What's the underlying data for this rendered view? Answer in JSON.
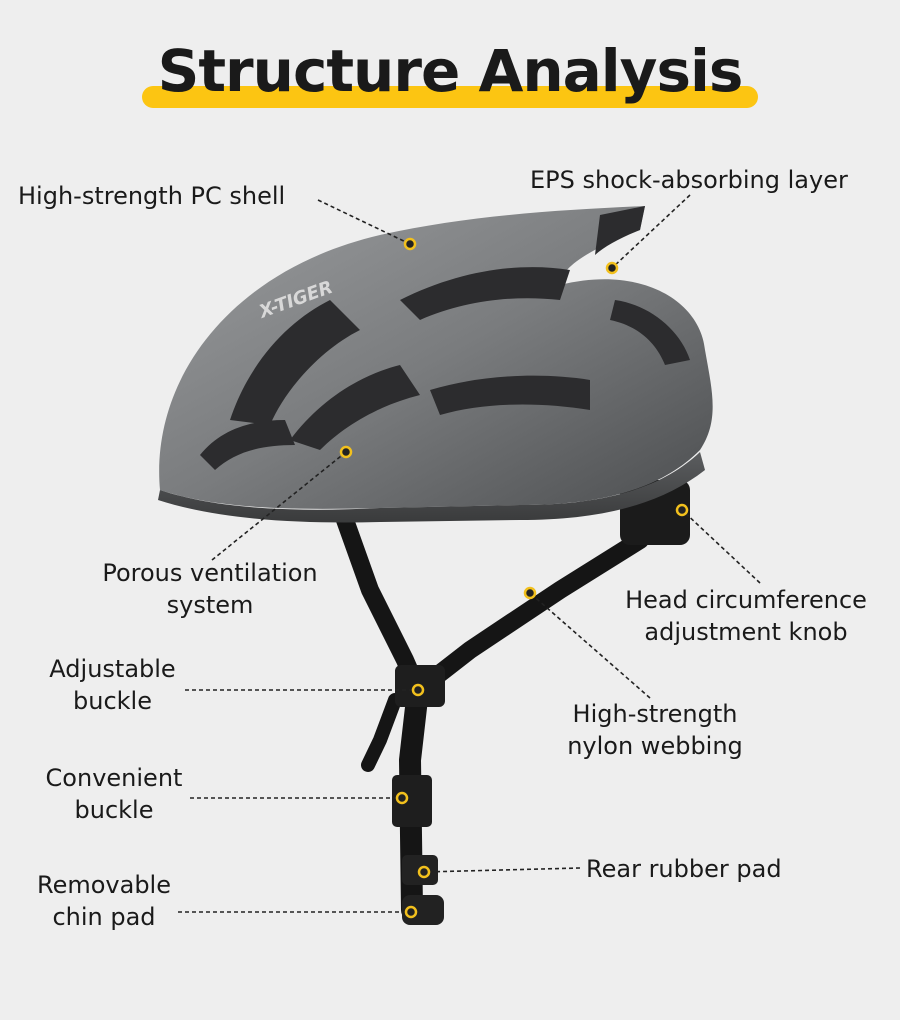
{
  "title": "Structure Analysis",
  "colors": {
    "accent": "#fcc512",
    "shell": "#7c7e80",
    "shell_dark": "#4e5052",
    "strap": "#151515",
    "marker": "#f2c01d"
  },
  "brand": "X-TIGER",
  "labels": {
    "pc_shell": "High-strength PC shell",
    "eps_layer": "EPS shock-absorbing layer",
    "ventilation": [
      "Porous ventilation",
      "system"
    ],
    "knob": [
      "Head circumference",
      "adjustment knob"
    ],
    "adjustable_buckle": [
      "Adjustable",
      "buckle"
    ],
    "webbing": [
      "High-strength",
      "nylon webbing"
    ],
    "convenient_buckle": [
      "Convenient",
      "buckle"
    ],
    "rear_pad": "Rear rubber pad",
    "chin_pad": [
      "Removable",
      "chin pad"
    ]
  }
}
